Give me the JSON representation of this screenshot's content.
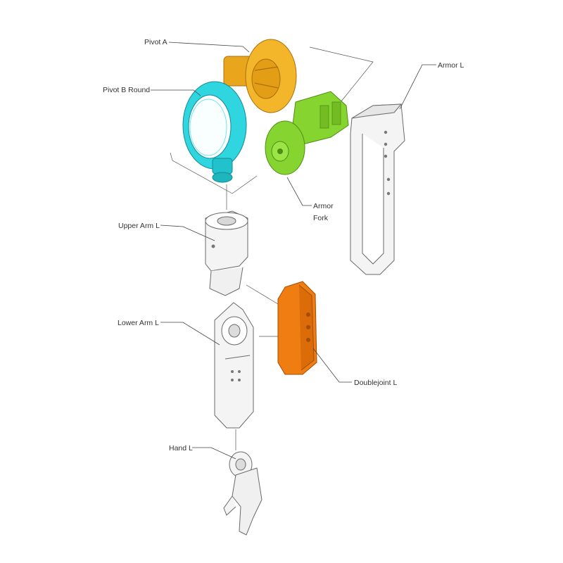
{
  "diagram": {
    "labels": {
      "pivot_a": "Pivot A",
      "pivot_b_round": "Pivot B Round",
      "armor_l": "Armor L",
      "armor_fork_line1": "Armor",
      "armor_fork_line2": "Fork",
      "upper_arm_l": "Upper Arm L",
      "lower_arm_l": "Lower Arm L",
      "doublejoint_l": "Doublejoint L",
      "hand_l": "Hand L"
    },
    "colors": {
      "pivot_a": "#f3b52a",
      "pivot_b_round": "#2fd6e0",
      "armor_fork": "#86d430",
      "doublejoint_l": "#f07d12",
      "white_part": "#f4f4f4"
    }
  }
}
